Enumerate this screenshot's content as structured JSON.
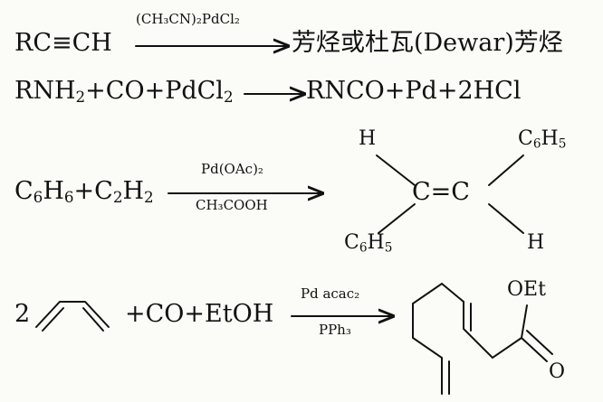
{
  "reaction1": {
    "reactant": "RC≡CH",
    "catalyst": "(CH₃CN)₂PdCl₂",
    "product": "芳烃或杜瓦(Dewar)芳烃"
  },
  "reaction2": {
    "reactants_a": "RNH",
    "reactants_b": "+CO+PdCl",
    "products": "RNCO+Pd+2HCl"
  },
  "reaction3": {
    "reactant_a": "C",
    "reactant_b": "H",
    "plus": "+C",
    "reactant_c": "H",
    "catalyst_top": "Pd(OAc)₂",
    "catalyst_bottom": "CH₃COOH",
    "product": {
      "h_top_left": "H",
      "h_bottom_right": "H",
      "ph_label": "C",
      "ph_h": "H",
      "ph_sub_c": "6",
      "ph_sub_h": "5",
      "center": "C=C"
    },
    "subscripts": {
      "six": "6",
      "two": "2"
    }
  },
  "reaction4": {
    "coefficient": "2",
    "reagents": "+CO+EtOH",
    "catalyst_top": "Pd acac₂",
    "catalyst_bottom": "PPh₃",
    "ester_group": "OEt",
    "carbonyl_o": "O"
  }
}
